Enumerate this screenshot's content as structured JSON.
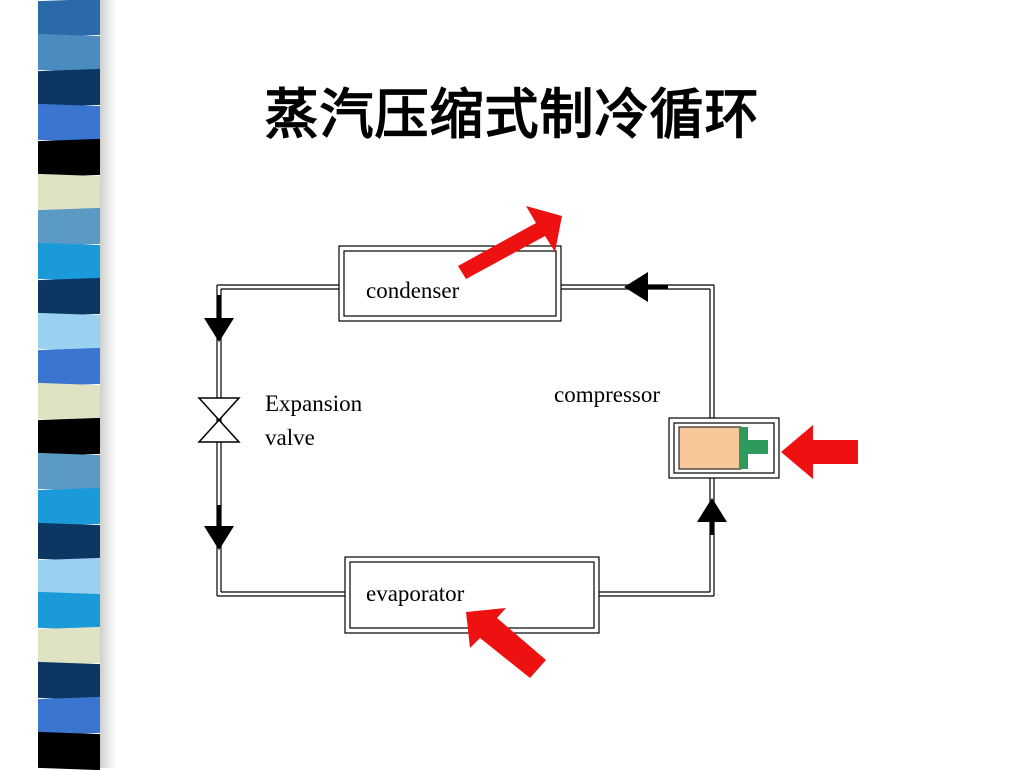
{
  "slide": {
    "title": "蒸汽压缩式制冷循环"
  },
  "diagram": {
    "labels": {
      "condenser": "condenser",
      "compressor": "compressor",
      "expansion_line1": "Expansion",
      "expansion_line2": "valve",
      "evaporator": "evaporator"
    },
    "colors": {
      "heat_arrow": "#ee1111",
      "piston_body": "#f7c79a",
      "piston_rod": "#2e9a5e",
      "line": "#000000"
    },
    "icons": {
      "heat_out": "red-arrow-up-right-icon",
      "heat_in_compressor": "red-arrow-left-icon",
      "heat_in_evaporator": "red-arrow-up-left-icon",
      "expansion_valve": "valve-icon"
    }
  },
  "decoration": {
    "stripe_colors": [
      "#2a6aa8",
      "#4a8cc0",
      "#0c3763",
      "#3a76d0",
      "#000000",
      "#dfe3c4",
      "#5a9ac4",
      "#1a9ad8",
      "#0c3763",
      "#9ad0f0",
      "#3a76d0",
      "#dfe3c4",
      "#000000",
      "#5a9ac4",
      "#1a9ad8",
      "#0c3763",
      "#9ad0f0",
      "#1a9ad8",
      "#dfe3c4",
      "#0c3763",
      "#3a76d0",
      "#000000"
    ]
  }
}
